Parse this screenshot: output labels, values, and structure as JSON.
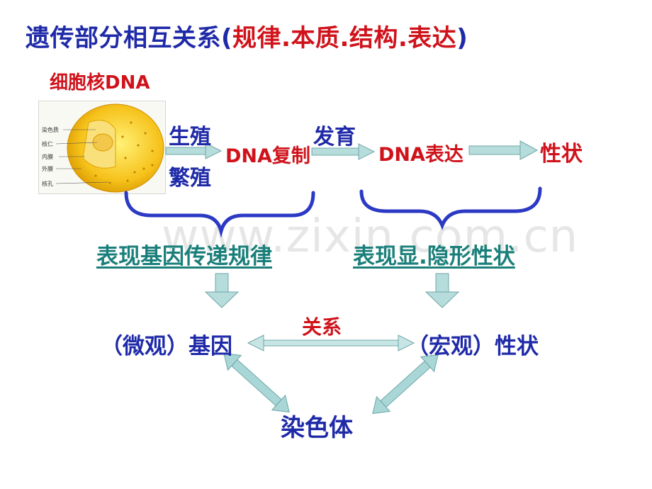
{
  "title": {
    "prefix": "遗传部分相互关系(",
    "highlight": "规律.本质.结构.表达",
    "suffix": ")"
  },
  "nucleus": {
    "label": "细胞核DNA",
    "parts": [
      "染色质",
      "核仁",
      "内膜",
      "外膜",
      "核孔"
    ]
  },
  "flow": {
    "reproduce_top": "生殖",
    "reproduce_bottom": "繁殖",
    "replication": "DNA复制",
    "development": "发育",
    "expression": "DNA表达",
    "trait": "性状"
  },
  "laws": {
    "left": "表现基因传递规律",
    "right": "表现显.隐形性状"
  },
  "relation": {
    "micro": "（微观）基因",
    "label": "关系",
    "macro": "（宏观）性状",
    "chromosome": "染色体"
  },
  "watermark": "www.zixin.com.cn",
  "colors": {
    "title": "#1f2aa8",
    "accent": "#d0121b",
    "brace": "#2b39c4",
    "law": "#1a7f7a",
    "arrow": "#a9d6d6"
  }
}
